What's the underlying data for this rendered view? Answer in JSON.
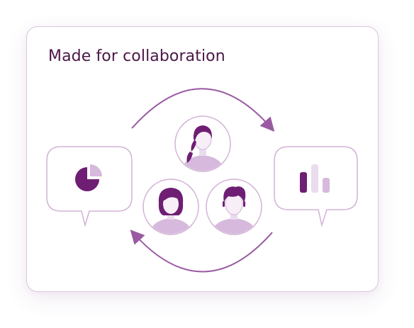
{
  "card": {
    "title": "Made for collaboration"
  },
  "icons": {
    "left_bubble": "pie-chart-icon",
    "right_bubble": "bar-chart-icon",
    "people": [
      "woman-ponytail-avatar",
      "woman-short-hair-avatar",
      "man-avatar"
    ],
    "arrows": [
      "cycle-arrow-top",
      "cycle-arrow-bottom"
    ]
  },
  "colors": {
    "title": "#4a1747",
    "primary_purple": "#6e1e73",
    "light_purple": "#d6b9dd",
    "pale_purple": "#eadcec",
    "stroke_purple": "#b98ebd",
    "arrow_purple": "#9a5aa2",
    "face_light": "#f7eef8"
  }
}
